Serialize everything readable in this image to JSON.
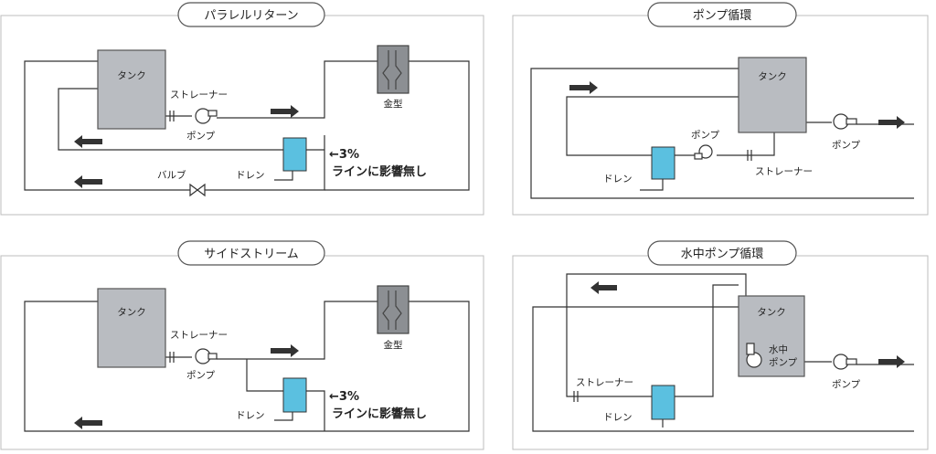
{
  "panels": {
    "parallel": {
      "title": "パラレルリターン",
      "tank": "タンク",
      "strainer": "ストレーナー",
      "pump": "ポンプ",
      "mold": "金型",
      "valve": "バルブ",
      "drain": "ドレン",
      "note1": "←3%",
      "note2": "ラインに影響無し"
    },
    "pump_circ": {
      "title": "ポンプ循環",
      "tank": "タンク",
      "pump1": "ポンプ",
      "pump2": "ポンプ",
      "strainer": "ストレーナー",
      "drain": "ドレン"
    },
    "side": {
      "title": "サイドストリーム",
      "tank": "タンク",
      "strainer": "ストレーナー",
      "pump": "ポンプ",
      "mold": "金型",
      "drain": "ドレン",
      "note1": "←3%",
      "note2": "ラインに影響無し"
    },
    "submersible": {
      "title": "水中ポンプ循環",
      "tank": "タンク",
      "sub_pump1": "水中",
      "sub_pump2": "ポンプ",
      "pump": "ポンプ",
      "strainer": "ストレーナー",
      "drain": "ドレン"
    }
  },
  "colors": {
    "tank": "#b9bcc1",
    "mold": "#8c8f93",
    "drain": "#5bc0e0",
    "line": "#333333"
  }
}
